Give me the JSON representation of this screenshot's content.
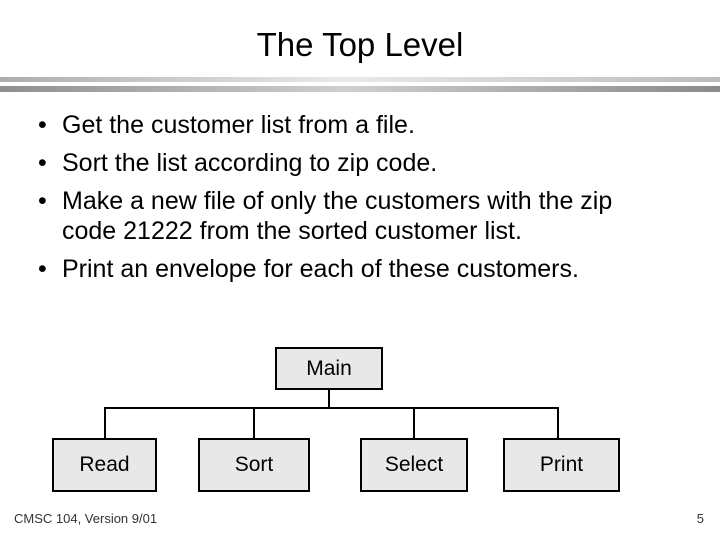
{
  "slide": {
    "title": "The Top Level",
    "bullet_char": "•",
    "bullets": [
      "Get the customer list from a file.",
      "Sort the list according to zip code.",
      "Make a new file of only the customers with the zip code 21222 from the sorted customer list.",
      "Print an envelope for each of these customers."
    ],
    "diagram": {
      "root_label": "Main",
      "child_labels": [
        "Read",
        "Sort",
        "Select",
        "Print"
      ]
    },
    "footer": {
      "course": "CMSC 104, Version 9/01",
      "page_number": "5"
    },
    "colors": {
      "background": "#ffffff",
      "text": "#000000",
      "box_fill": "#e8e8e8",
      "box_border": "#000000",
      "separator_dark": "#8f8f8f",
      "separator_light": "#e9e9e9"
    }
  }
}
